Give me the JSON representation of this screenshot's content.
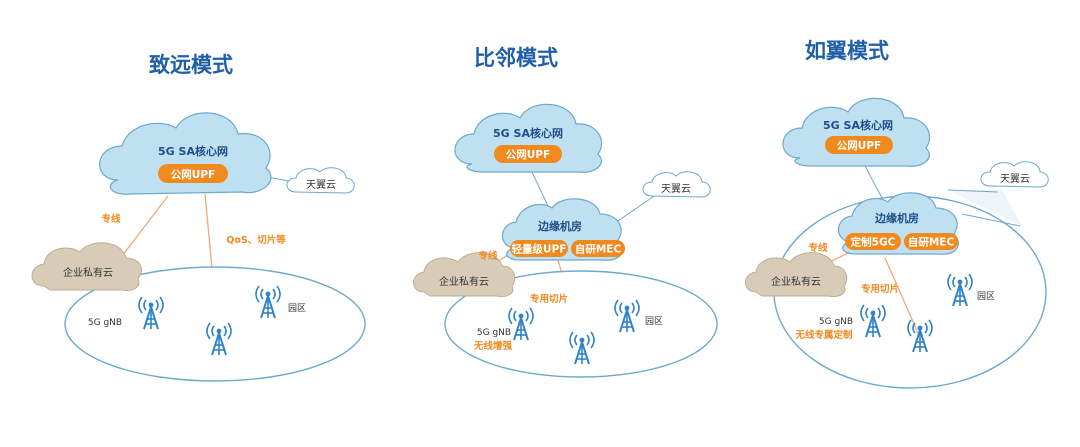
{
  "colors": {
    "title": "#1f5fa8",
    "blue_cloud_fill": "#bfe0f1",
    "blue_cloud_stroke": "#6fa9cc",
    "orange_tag": "#f08a1e",
    "orange_line": "#f3a873",
    "beige_cloud": "#d8ccb9",
    "antenna": "#2f83c8"
  },
  "panels": [
    {
      "title": "致远模式",
      "core_cloud": "5G SA核心网",
      "core_tag": "公网UPF",
      "tianyi_cloud": "天翼云",
      "private_cloud": "企业私有云",
      "line_label_private": "专线",
      "line_label_qos": "QoS、切片等",
      "gnb_label": "5G gNB",
      "park_label": "园区",
      "icons": [
        "antenna-icon",
        "antenna-icon",
        "antenna-icon"
      ]
    },
    {
      "title": "比邻模式",
      "core_cloud": "5G SA核心网",
      "core_tag": "公网UPF",
      "tianyi_cloud": "天翼云",
      "edge_cloud": "边缘机房",
      "edge_tag_1": "轻量级UPF",
      "edge_tag_2": "自研MEC",
      "private_cloud": "企业私有云",
      "line_label_private": "专线",
      "line_label_slice": "专用切片",
      "gnb_label": "5G gNB",
      "gnb_sublabel": "无线增强",
      "park_label": "园区",
      "icons": [
        "antenna-icon",
        "antenna-icon",
        "antenna-icon"
      ]
    },
    {
      "title": "如翼模式",
      "core_cloud": "5G SA核心网",
      "core_tag": "公网UPF",
      "tianyi_cloud": "天翼云",
      "edge_cloud": "边缘机房",
      "edge_tag_1": "定制5GC",
      "edge_tag_2": "自研MEC",
      "private_cloud": "企业私有云",
      "line_label_private": "专线",
      "line_label_slice": "专用切片",
      "gnb_label": "5G gNB",
      "gnb_sublabel": "无线专属定制",
      "park_label": "园区",
      "icons": [
        "antenna-icon",
        "antenna-icon",
        "antenna-icon"
      ]
    }
  ]
}
